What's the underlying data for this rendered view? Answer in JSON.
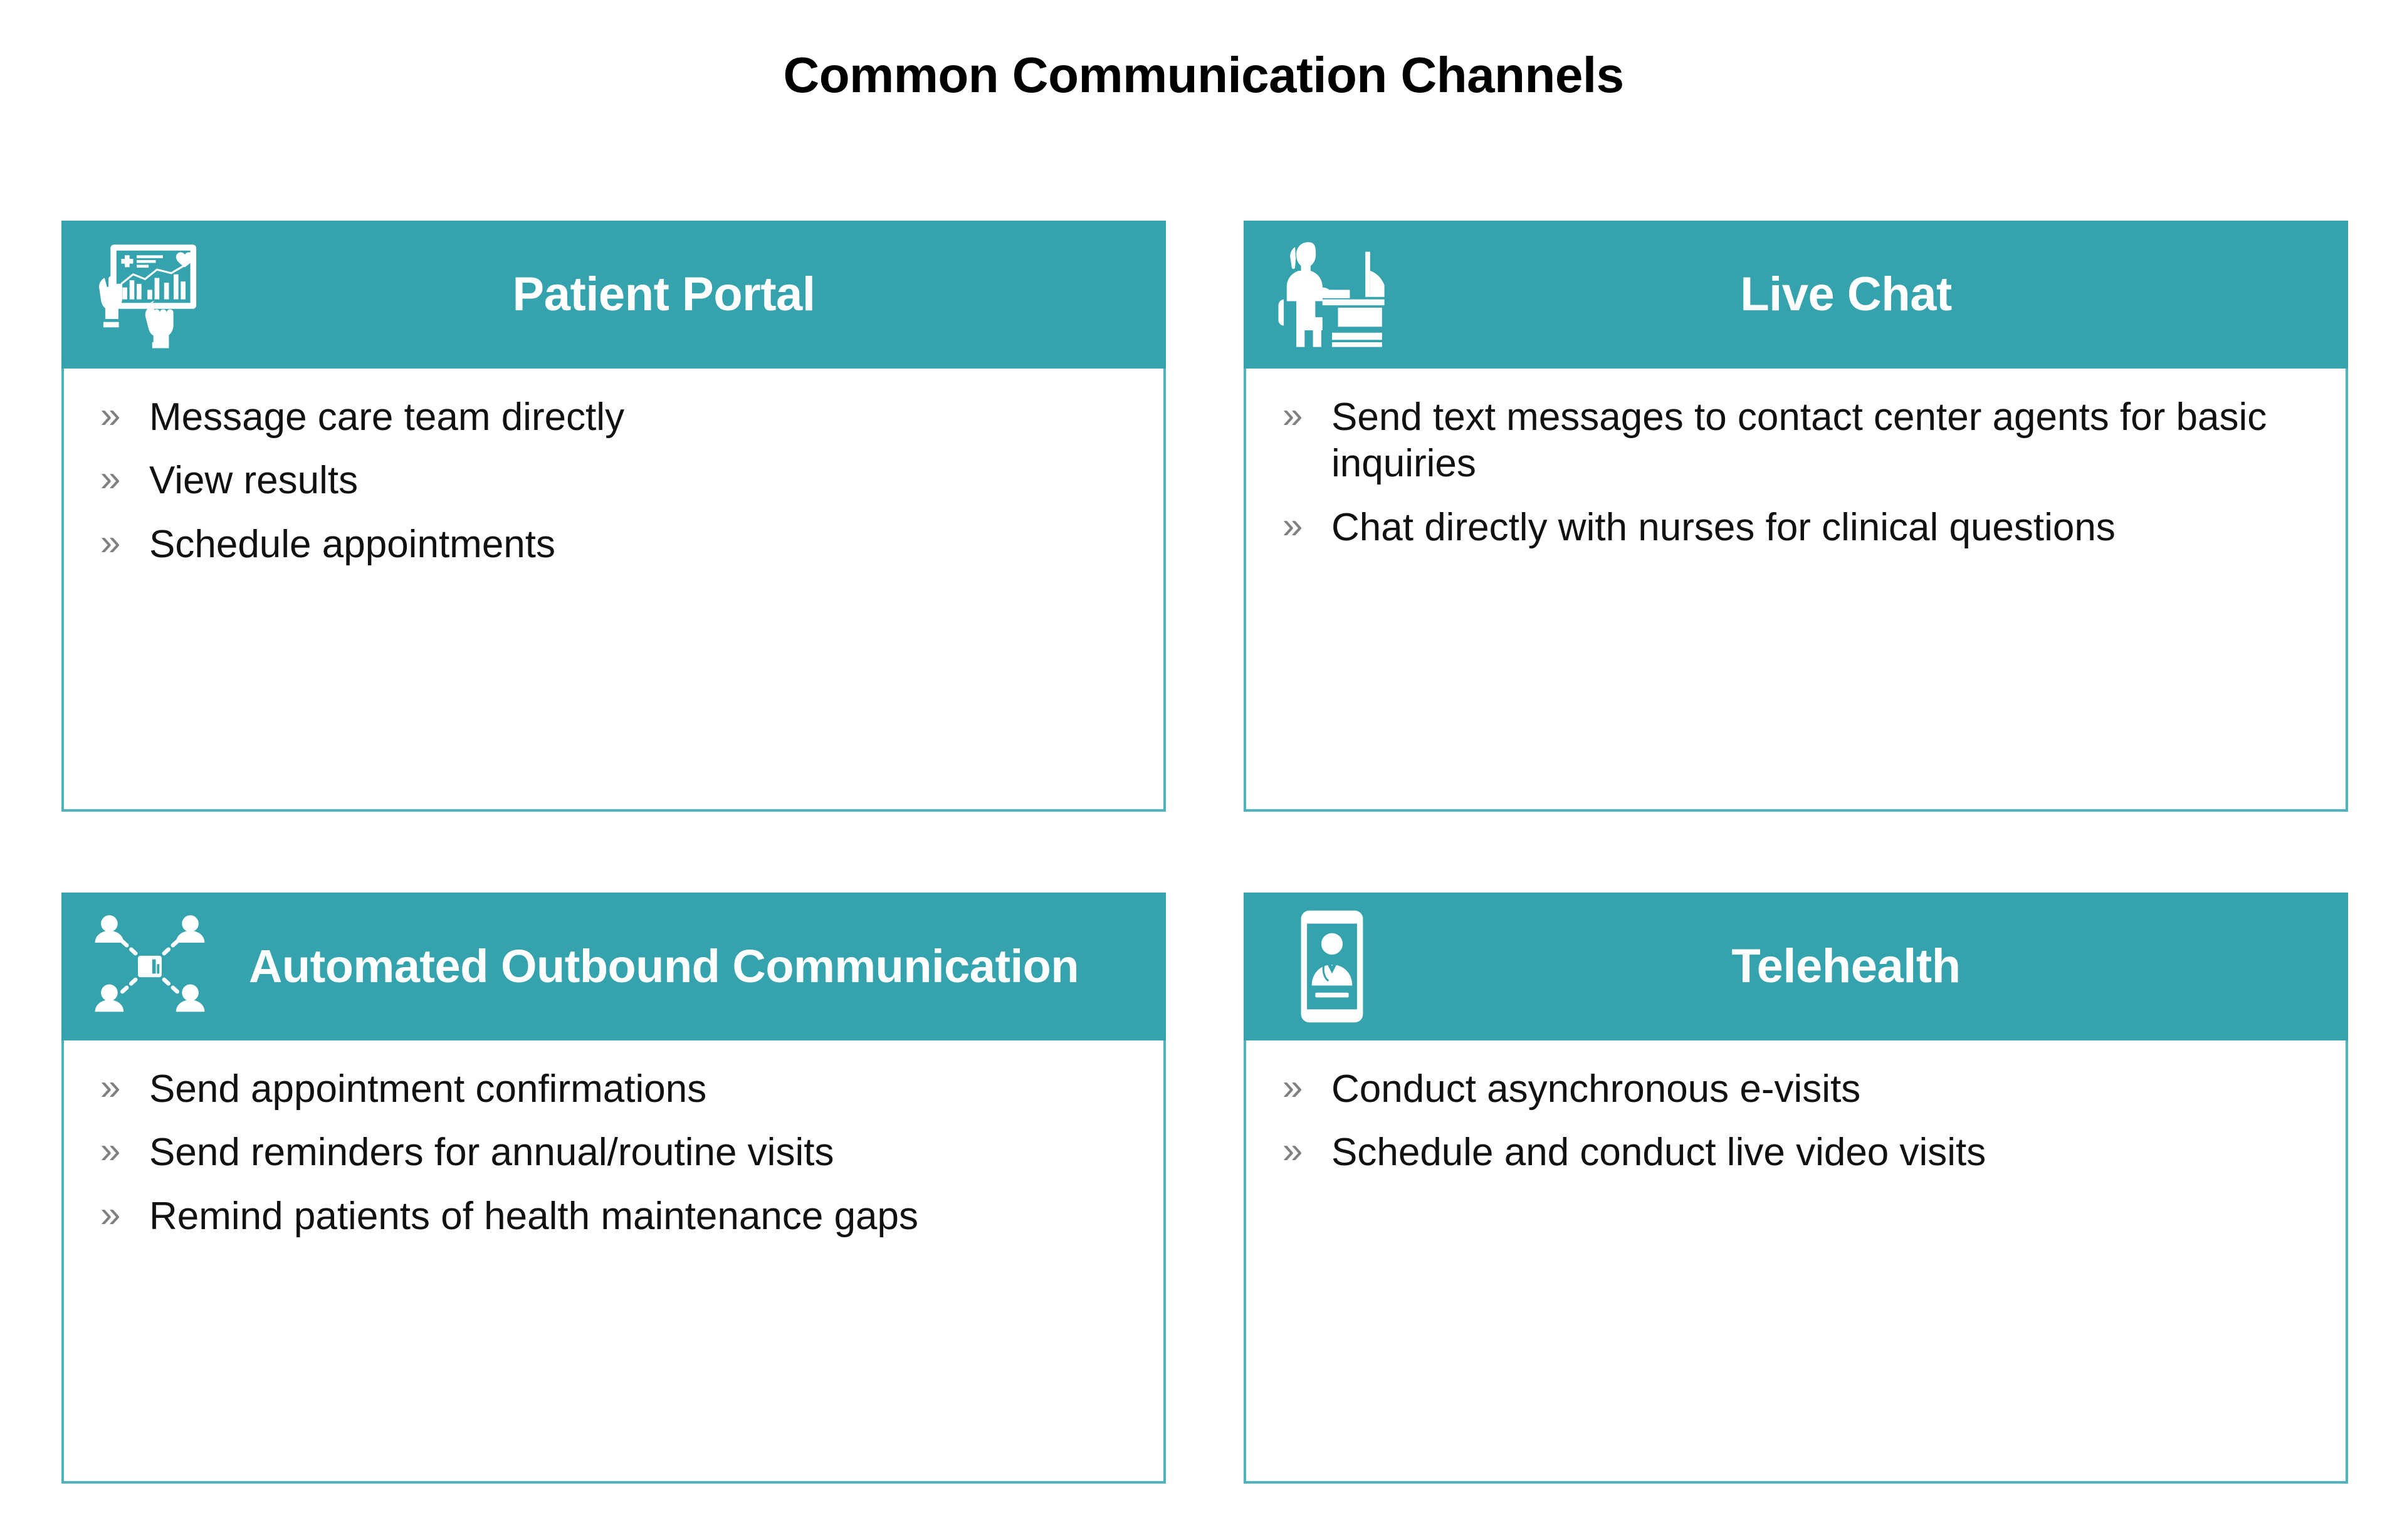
{
  "page": {
    "title": "Common Communication Channels",
    "accent_color": "#35A3AD",
    "border_color": "#4FB3BC",
    "header_text_color": "#FFFFFF",
    "body_text_color": "#111111",
    "bullet_marker": "»",
    "background_color": "#FFFFFF"
  },
  "cards": [
    {
      "title": "Patient Portal",
      "icon": "tablet-dashboard-icon",
      "bullets": [
        "Message care team directly",
        "View results",
        "Schedule appointments"
      ]
    },
    {
      "title": "Live Chat",
      "icon": "person-at-desk-icon",
      "bullets": [
        "Send text messages to contact center agents for basic inquiries",
        "Chat directly with nurses for clinical questions"
      ]
    },
    {
      "title": "Automated Outbound Communication",
      "icon": "network-broadcast-icon",
      "bullets": [
        "Send appointment confirmations",
        "Send reminders for annual/routine visits",
        "Remind patients of health maintenance gaps"
      ]
    },
    {
      "title": "Telehealth",
      "icon": "smartphone-doctor-icon",
      "bullets": [
        "Conduct asynchronous e-visits",
        "Schedule and conduct live video visits"
      ]
    }
  ]
}
